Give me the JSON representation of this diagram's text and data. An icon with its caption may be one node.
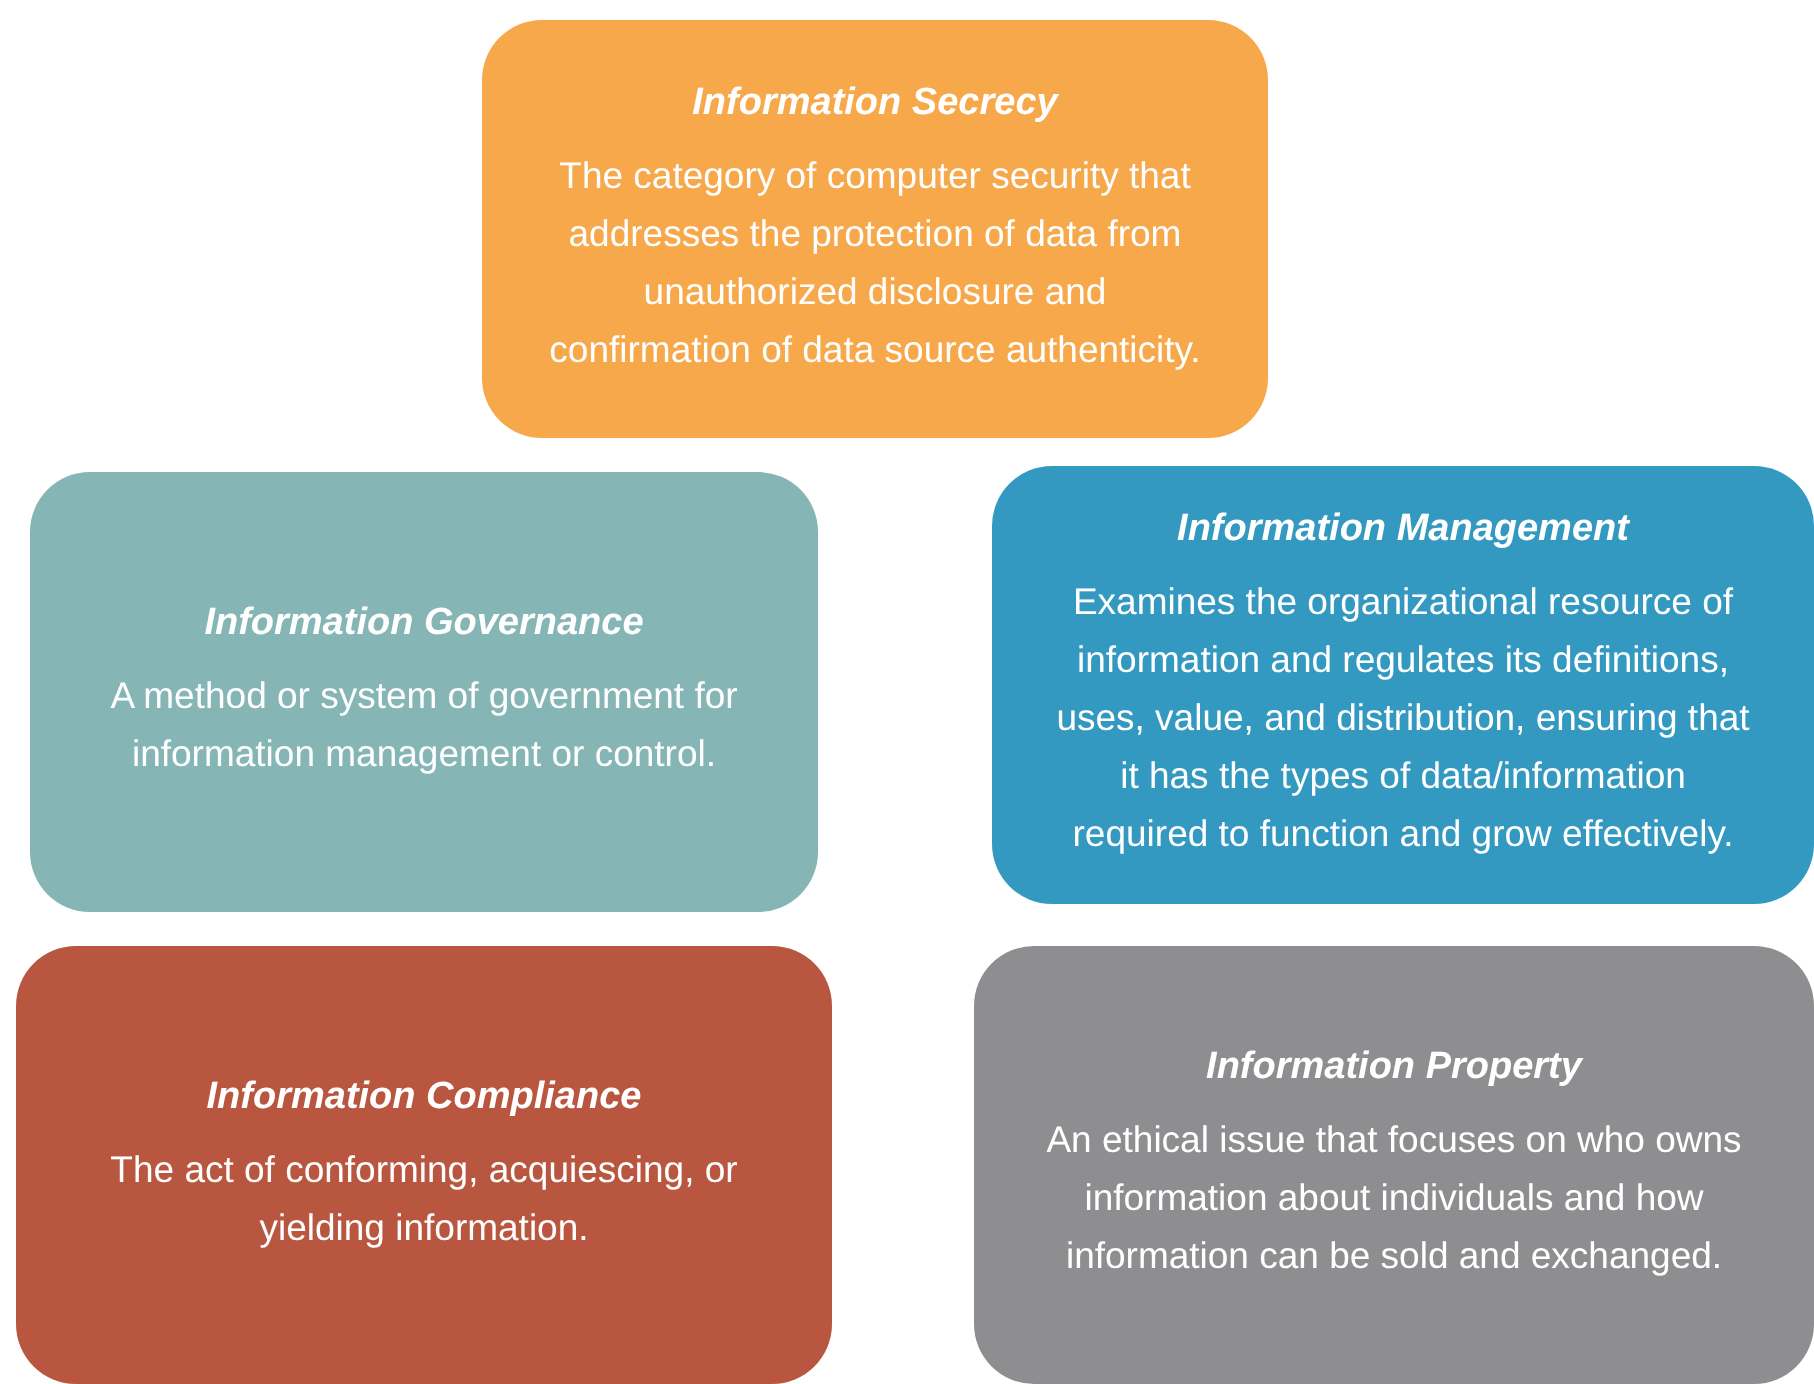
{
  "diagram": {
    "nodes": [
      {
        "text": [
          "Information Secrecy",
          "The category of computer security that addresses the protection of data from unauthorized disclosure and confirmation of data source authenticity."
        ]
      },
      {
        "text": [
          "Information Governance",
          "A method or system of government for information management or control."
        ]
      },
      {
        "text": [
          "Information Management",
          "Examines the organizational resource of information and regulates its definitions, uses, value, and distribution, ensuring that it has the types of data/information required to function and grow effectively."
        ]
      },
      {
        "text": [
          "Information Compliance",
          "The act of conforming, acquiescing, or yielding information."
        ]
      },
      {
        "text": [
          "Information Property",
          "An ethical issue that focuses on who owns information about individuals and how information can be sold and exchanged."
        ]
      }
    ],
    "edges": []
  }
}
